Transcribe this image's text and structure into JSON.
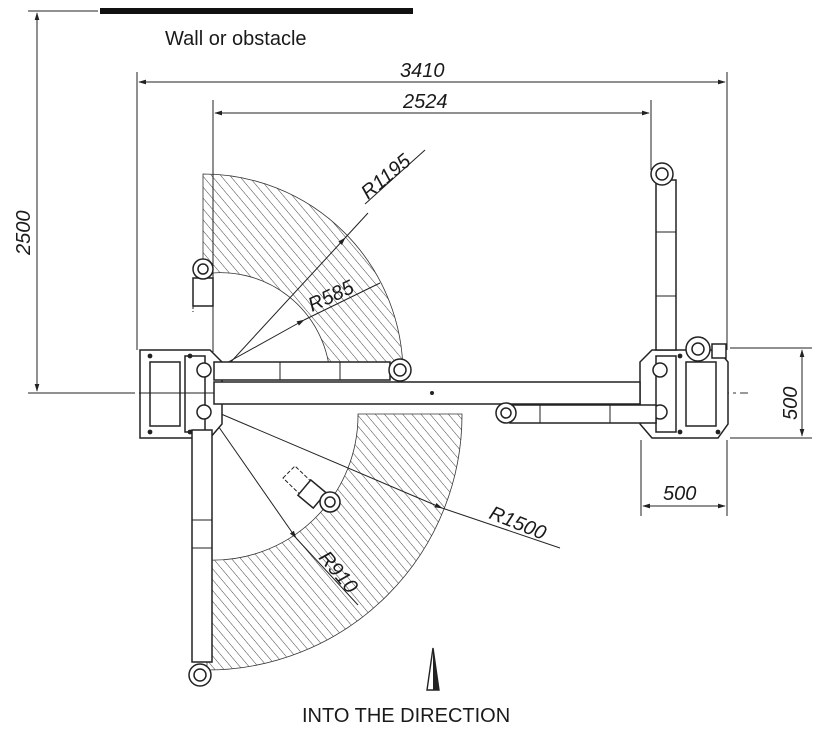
{
  "labels": {
    "wall": "Wall or obstacle",
    "direction": "INTO THE DIRECTION"
  },
  "dimensions": {
    "overall_width": "3410",
    "column_spacing": "2524",
    "wall_distance": "2500",
    "post_depth": "500",
    "post_side": "500",
    "radius_large": "R1500",
    "radius_arm_long": "R1195",
    "radius_arm_mid": "R910",
    "radius_arm_short": "R585"
  },
  "colors": {
    "line": "#222222",
    "hatch": "#444444",
    "background": "#ffffff"
  }
}
